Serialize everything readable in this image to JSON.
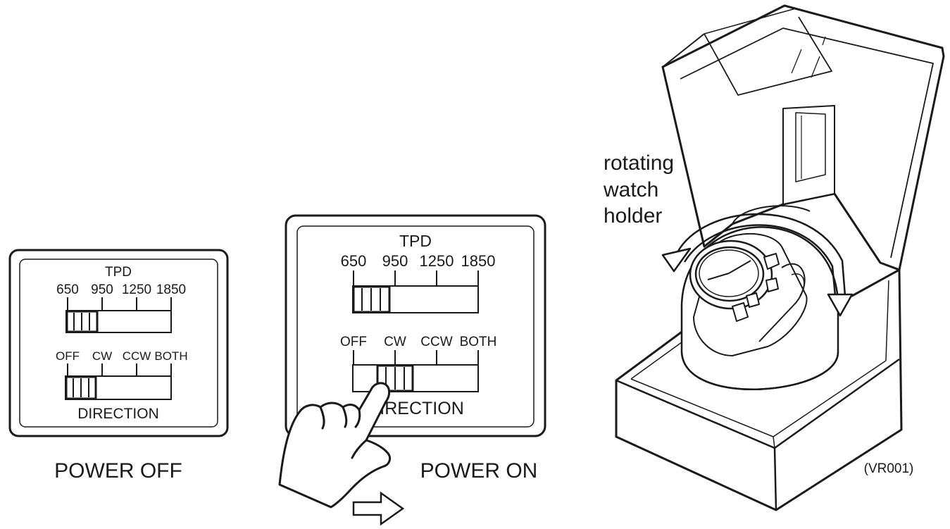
{
  "panels": [
    {
      "caption": "POWER OFF",
      "tpd_title": "TPD",
      "tpd_ticks": [
        "650",
        "950",
        "1250",
        "1850"
      ],
      "tpd_setting": "650",
      "direction_ticks": [
        "OFF",
        "CW",
        "CCW",
        "BOTH"
      ],
      "direction_setting": "OFF",
      "direction_title": "DIRECTION"
    },
    {
      "caption": "POWER ON",
      "tpd_title": "TPD",
      "tpd_ticks": [
        "650",
        "950",
        "1250",
        "1850"
      ],
      "tpd_setting": "650",
      "direction_ticks": [
        "OFF",
        "CW",
        "CCW",
        "BOTH"
      ],
      "direction_setting": "CW",
      "direction_title": "DIRECTION"
    }
  ],
  "winder": {
    "label_lines": [
      "rotating",
      "watch",
      "holder"
    ],
    "model_code": "(VR001)"
  },
  "icons": [
    "hand-pointer-icon",
    "arrow-right-icon",
    "rotation-arrow-icon"
  ],
  "colors": {
    "line": "#1a1a1a",
    "background": "#ffffff"
  }
}
